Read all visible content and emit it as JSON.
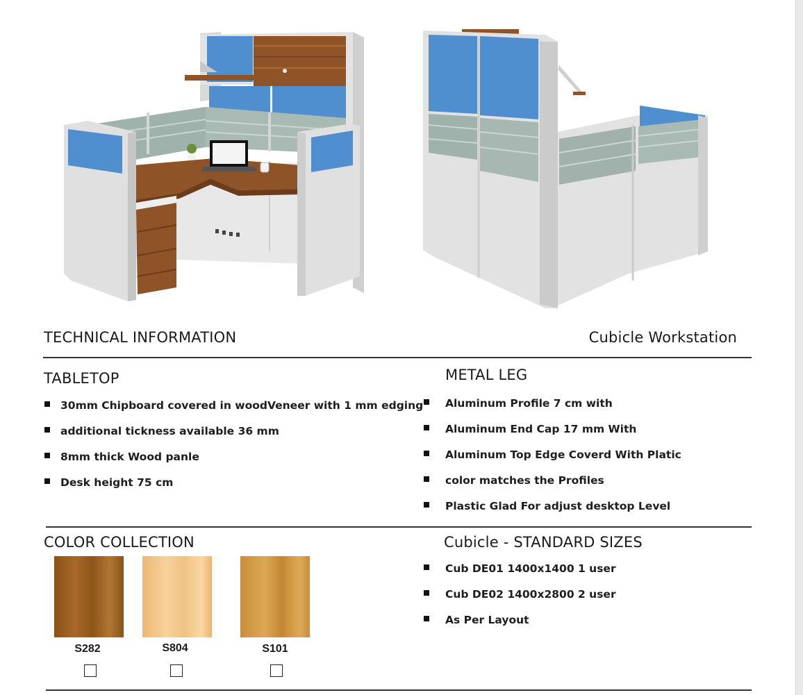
{
  "header": {
    "title": "TECHNICAL INFORMATION",
    "product": "Cubicle Workstation"
  },
  "tabletop": {
    "heading": "TABLETOP",
    "items": [
      "30mm  Chipboard covered in woodVeneer with 1 mm edging",
      "additional tickness available   36 mm",
      "8mm thick Wood panle",
      "Desk height 75 cm"
    ]
  },
  "metal_leg": {
    "heading": "METAL LEG",
    "items": [
      "Aluminum Profile 7 cm with",
      "Aluminum End Cap 17 mm With",
      "Aluminum Top Edge Coverd With Platic",
      "color matches the Profiles",
      "Plastic Glad For adjust desktop Level"
    ]
  },
  "color_collection": {
    "heading": "COLOR COLLECTION",
    "swatches": [
      {
        "code": "S282",
        "color": "#9a5f1e",
        "checked": false
      },
      {
        "code": "S804",
        "color": "#f0c488",
        "checked": false
      },
      {
        "code": "S101",
        "color": "#d19a46",
        "checked": false
      }
    ]
  },
  "sizes": {
    "heading": "Cubicle - STANDARD SIZES",
    "items": [
      "Cub  DE01  1400x1400 1 user",
      "Cub DE02 1400x2800 2 user",
      "As Per Layout"
    ]
  },
  "colors": {
    "panel_blue": "#4f8fd0",
    "frame_gray": "#d7d7d7",
    "wood": "#8e5428",
    "glass": "#9fb2ab"
  }
}
